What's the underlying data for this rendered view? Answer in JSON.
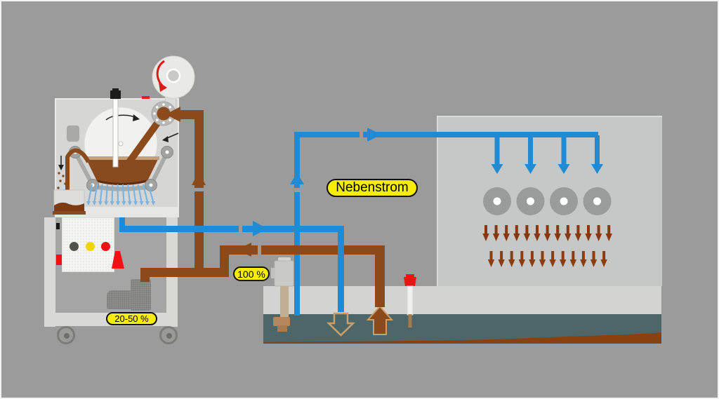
{
  "diagram": {
    "type": "bypass-filtration-process-diagram",
    "labels": {
      "bypass_stream": "Nebenstrom",
      "main_flow_percent": "100 %",
      "bypass_flow_percent": "20-50 %"
    },
    "legend_colors": {
      "background": "#9b9b9b",
      "clean_fluid_pipe": "#1e8bd4",
      "dirty_fluid_pipe": "#8c4a1a",
      "spray_fluid": "#7ab4e0",
      "tank_liquid": "#4d6768",
      "tank_sediment": "#8a4110",
      "dirt_return_arrows": "#87380e",
      "label_background": "#f8ec00",
      "alert_red": "#e81515"
    },
    "machine": {
      "nozzle_count": 4,
      "grinding_wheel_count": 4,
      "dirt_arrow_row1_count": 13,
      "dirt_arrow_row2_count": 12
    },
    "filter_unit": {
      "spray_jet_count": 12,
      "particle_count": 12,
      "button_colors": [
        "#4f5349",
        "#f0d500",
        "#ee1212"
      ]
    }
  }
}
